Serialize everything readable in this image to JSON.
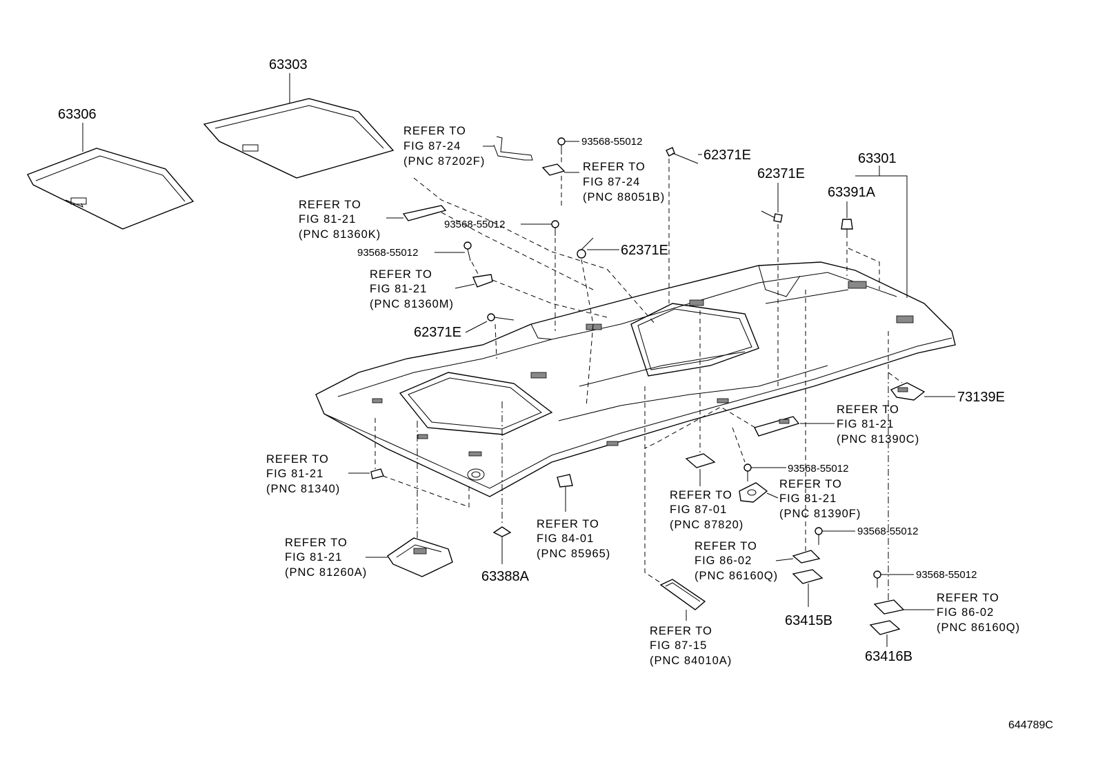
{
  "diagram_id": "644789C",
  "part_numbers": {
    "p63306": "63306",
    "p63303": "63303",
    "p63301": "63301",
    "p63391A": "63391A",
    "p73139E": "73139E",
    "p63388A": "63388A",
    "p63415B": "63415B",
    "p63416B": "63416B",
    "clip_top": "62371E",
    "clip_right": "62371E",
    "clip_mid": "62371E",
    "clip_left": "62371E",
    "bolt_1": "93568-55012",
    "bolt_2": "93568-55012",
    "bolt_3": "93568-55012",
    "bolt_4": "93568-55012",
    "bolt_5": "93568-55012",
    "bolt_6": "93568-55012"
  },
  "references": {
    "r87202F": [
      "REFER TO",
      "FIG 87-24",
      "(PNC 87202F)"
    ],
    "r88051B": [
      "REFER TO",
      "FIG 87-24",
      "(PNC 88051B)"
    ],
    "r81360K": [
      "REFER TO",
      "FIG 81-21",
      "(PNC 81360K)"
    ],
    "r81360M": [
      "REFER TO",
      "FIG 81-21",
      "(PNC 81360M)"
    ],
    "r81390C": [
      "REFER TO",
      "FIG 81-21",
      "(PNC 81390C)"
    ],
    "r81340": [
      "REFER TO",
      "FIG 81-21",
      "(PNC 81340)"
    ],
    "r87820": [
      "REFER TO",
      "FIG 87-01",
      "(PNC 87820)"
    ],
    "r81390F": [
      "REFER TO",
      "FIG 81-21",
      "(PNC 81390F)"
    ],
    "r85965": [
      "REFER TO",
      "FIG 84-01",
      "(PNC 85965)"
    ],
    "r81260A": [
      "REFER TO",
      "FIG 81-21",
      "(PNC 81260A)"
    ],
    "r86160Q_a": [
      "REFER TO",
      "FIG 86-02",
      "(PNC 86160Q)"
    ],
    "r86160Q_b": [
      "REFER TO",
      "FIG 86-02",
      "(PNC 86160Q)"
    ],
    "r84010A": [
      "REFER TO",
      "FIG 87-15",
      "(PNC 84010A)"
    ]
  }
}
